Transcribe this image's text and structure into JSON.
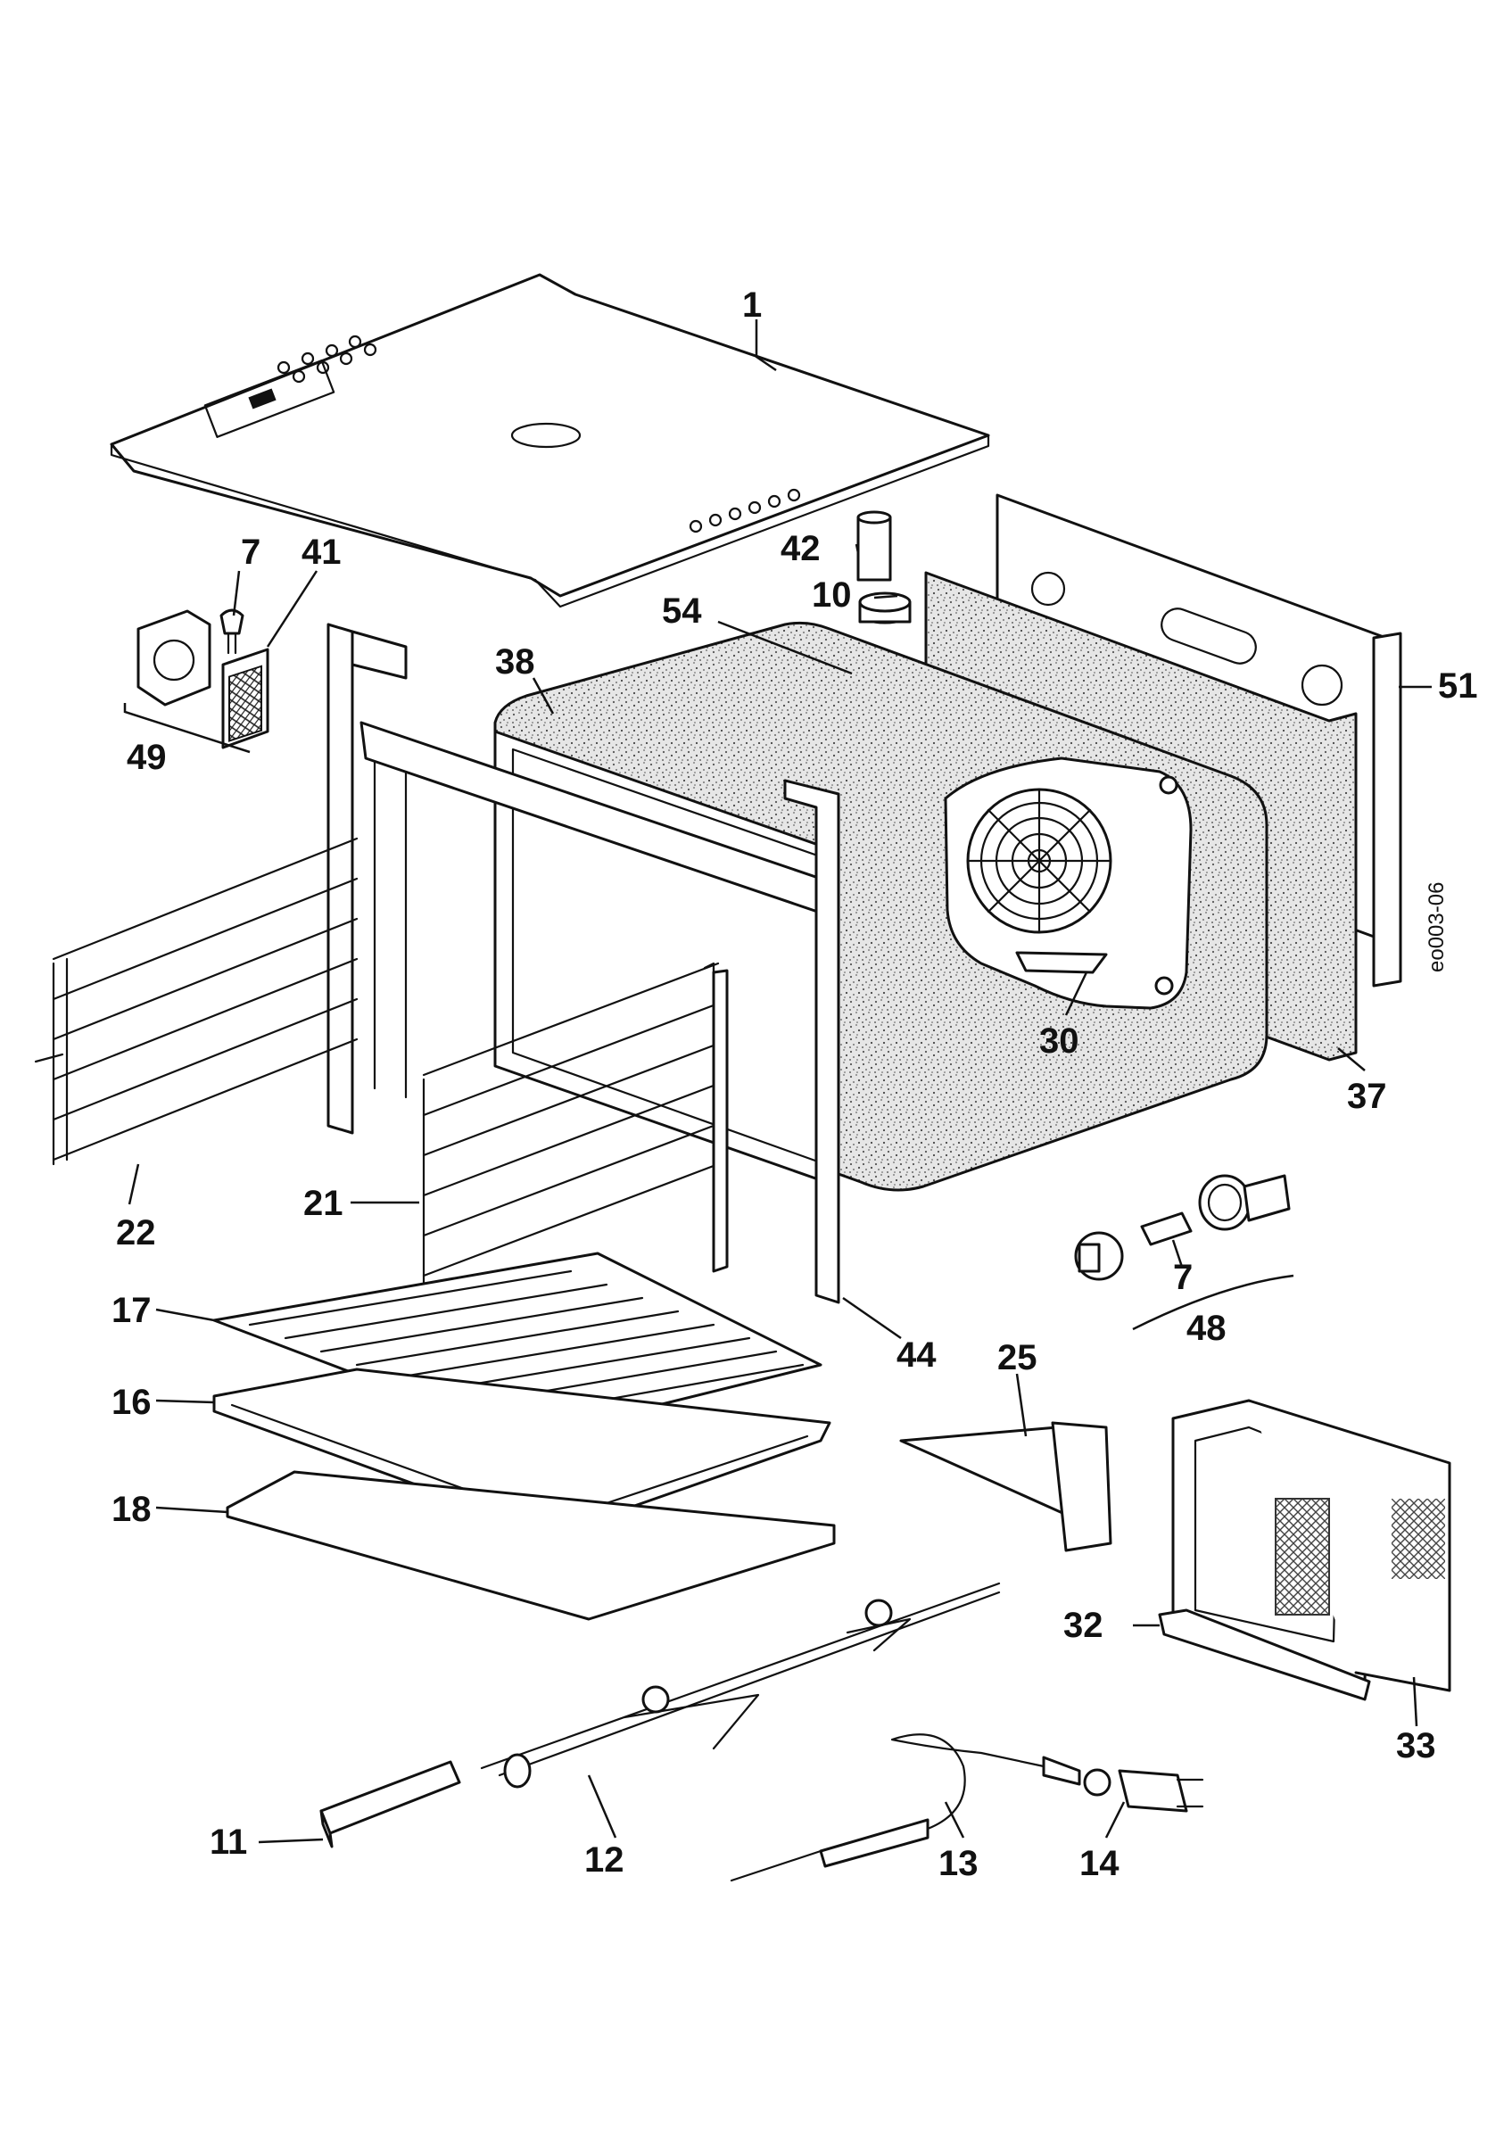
{
  "diagram": {
    "reference_code": "eo003-06",
    "callouts": {
      "c1": "1",
      "c7a": "7",
      "c41": "41",
      "c49": "49",
      "c42": "42",
      "c10": "10",
      "c54": "54",
      "c38": "38",
      "c51": "51",
      "c30": "30",
      "c37": "37",
      "c22": "22",
      "c21": "21",
      "c7b": "7",
      "c48": "48",
      "c17": "17",
      "c44": "44",
      "c16": "16",
      "c25": "25",
      "c18": "18",
      "c32": "32",
      "c33": "33",
      "c11": "11",
      "c12": "12",
      "c13": "13",
      "c14": "14"
    }
  }
}
